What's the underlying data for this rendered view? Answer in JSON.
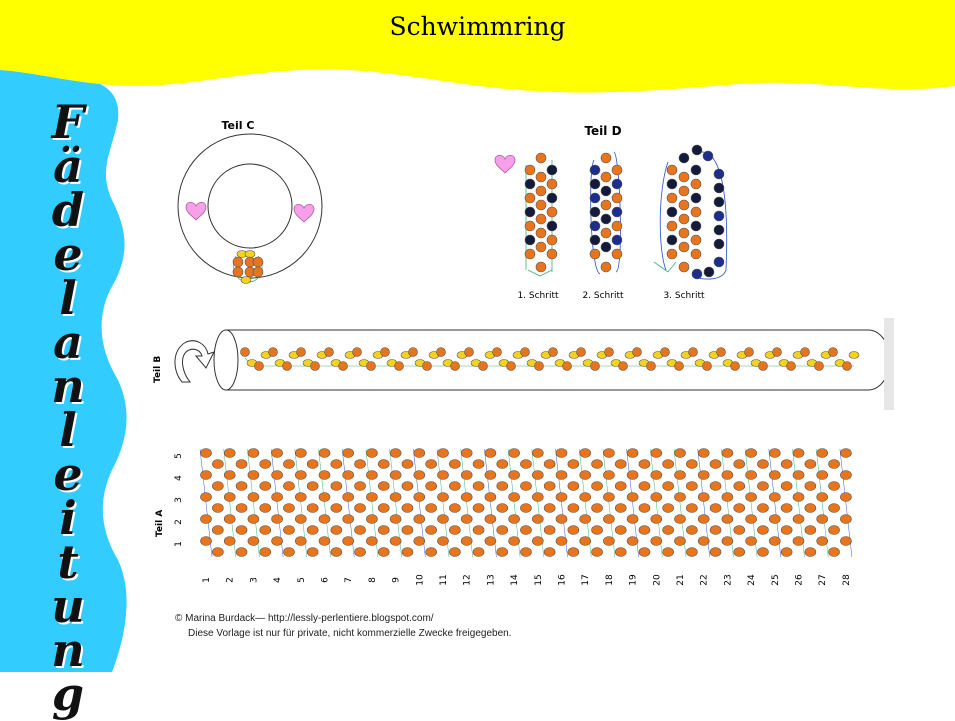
{
  "header": {
    "title": "Schwimmring"
  },
  "side_title": "Fädelanleitung",
  "teil_c": {
    "label": "Teil C"
  },
  "teil_d": {
    "label": "Teil D",
    "steps": [
      "1. Schritt",
      "2. Schritt",
      "3. Schritt"
    ]
  },
  "teil_b": {
    "label": "Teil B"
  },
  "teil_a": {
    "label": "Teil A",
    "row_numbers": [
      "1",
      "2",
      "3",
      "4",
      "5"
    ],
    "column_numbers": [
      "1",
      "2",
      "3",
      "4",
      "5",
      "6",
      "7",
      "8",
      "9",
      "10",
      "11",
      "12",
      "13",
      "14",
      "15",
      "16",
      "17",
      "18",
      "19",
      "20",
      "21",
      "22",
      "23",
      "24",
      "25",
      "26",
      "27",
      "28"
    ]
  },
  "footer": {
    "line1": "© Marina Burdack— http://lessly-perlentiere.blogspot.com/",
    "line2": "Diese Vorlage ist nur für private, nicht kommerzielle Zwecke freigegeben."
  },
  "colors": {
    "header_yellow": "#ffff00",
    "side_blue": "#33ccff",
    "bead_orange": "#e8741c",
    "bead_yellow": "#f5d31a",
    "bead_dark": "#141a3a",
    "bead_navy": "#1c2d8c",
    "thread_blue": "#3a5fd0",
    "thread_green": "#3cb878",
    "heart_pink": "#f5a0e8"
  }
}
